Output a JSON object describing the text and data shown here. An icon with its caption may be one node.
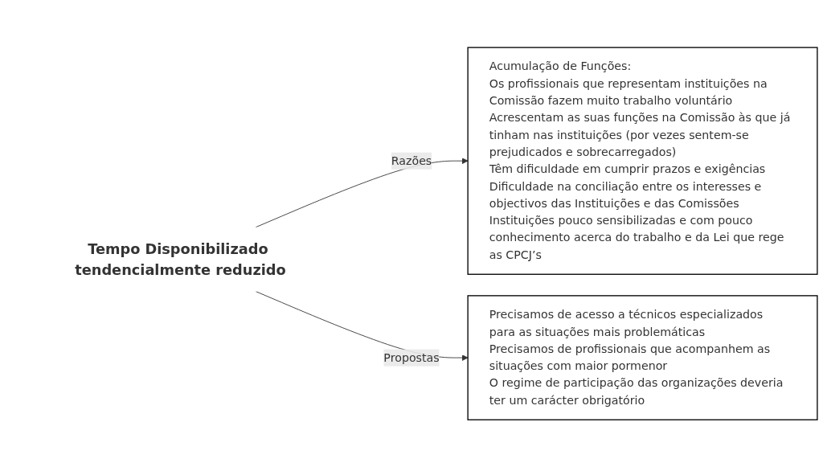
{
  "diagram": {
    "nodes": [
      {
        "text": [
          "Tempo Disponibilizado tendencialmente reduzido"
        ]
      },
      {
        "text": [
          "Acumulação de Funções:",
          "Os profissionais que representam instituições na Comissão fazem muito trabalho voluntário",
          "Acrescentam as suas funções na Comissão às que já tinham nas instituições (por vezes sentem-se prejudicados e sobrecarregados)",
          "Têm dificuldade em cumprir prazos e exigências",
          "Dificuldade na conciliação entre os interesses e objectivos das Instituições e das Comissões",
          "Instituições pouco sensibilizadas e com pouco conhecimento acerca do trabalho e da Lei que rege as CPCJ’s"
        ]
      },
      {
        "text": [
          "Precisamos de acesso a técnicos especializados para as situações mais problemáticas",
          "Precisamos de profissionais que acompanhem as situações com maior pormenor",
          "O regime de participação das organizações deveria ter um carácter obrigatório"
        ]
      }
    ],
    "edges": [
      {
        "from": 0,
        "to": 1,
        "arrow": "to",
        "label": "Razões"
      },
      {
        "from": 0,
        "to": 2,
        "arrow": "to",
        "label": "Propostas"
      }
    ]
  }
}
